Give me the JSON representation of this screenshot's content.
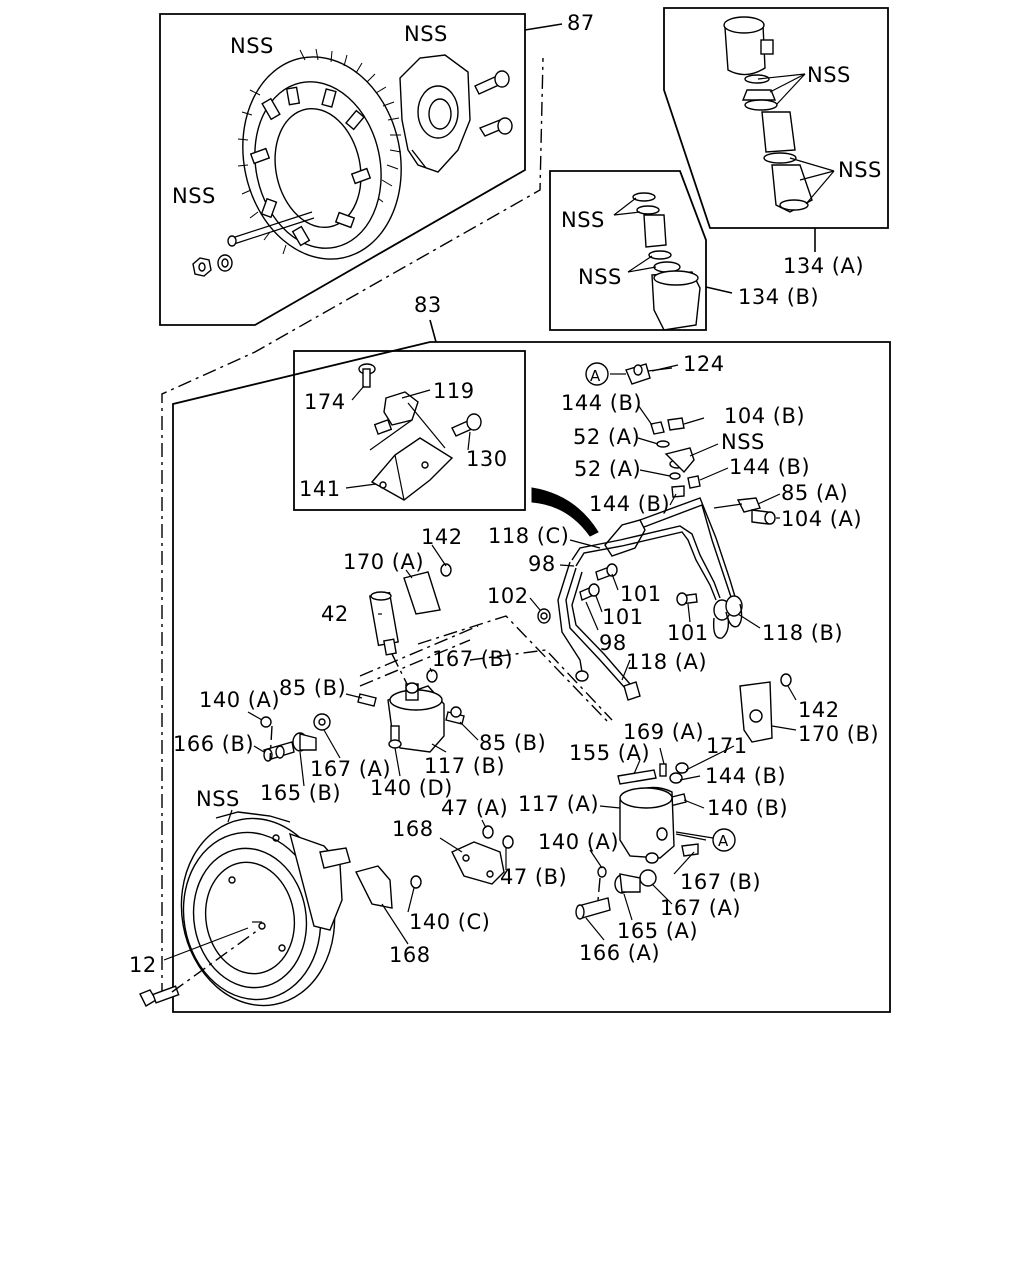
{
  "labels": {
    "l87": "87",
    "l83": "83",
    "nss_fan": "NSS",
    "nss_bracket": "NSS",
    "nss_bolt": "NSS",
    "nss_a1": "NSS",
    "nss_a2": "NSS",
    "nss_b1": "NSS",
    "nss_b2": "NSS",
    "l134a": "134 (A)",
    "l134b": "134 (B)",
    "l174": "174",
    "l119": "119",
    "l130": "130",
    "l141": "141",
    "circle_a_top": "A",
    "l124": "124",
    "l144b_1": "144 (B)",
    "l104b": "104 (B)",
    "l52a_1": "52 (A)",
    "nss_valve": "NSS",
    "l52a_2": "52 (A)",
    "l144b_2": "144 (B)",
    "l144b_3": "144 (B)",
    "l85a": "85 (A)",
    "l104a": "104 (A)",
    "l118c": "118 (C)",
    "l142_1": "142",
    "l170a": "170 (A)",
    "l98_1": "98",
    "l101_1": "101",
    "l102": "102",
    "l101_2": "101",
    "l101_3": "101",
    "l118b": "118 (B)",
    "l98_2": "98",
    "l42": "42",
    "l167b_1": "167 (B)",
    "l118a": "118 (A)",
    "l140a_1": "140 (A)",
    "l85b_1": "85 (B)",
    "l142_2": "142",
    "l170b": "170 (B)",
    "l166b": "166 (B)",
    "l85b_2": "85 (B)",
    "l169a": "169 (A)",
    "l155a": "155 (A)",
    "l171": "171",
    "l167a_1": "167 (A)",
    "l117b": "117 (B)",
    "l144b_4": "144 (B)",
    "l140d": "140 (D)",
    "l165b": "165 (B)",
    "l117a": "117 (A)",
    "l140b": "140 (B)",
    "nss_housing": "NSS",
    "l47a": "47 (A)",
    "l168_1": "168",
    "circle_a_bottom": "A",
    "l140a_2": "140 (A)",
    "l47b": "47 (B)",
    "l167b_2": "167 (B)",
    "l167a_2": "167 (A)",
    "l140c": "140 (C)",
    "l165a": "165 (A)",
    "l168_2": "168",
    "l166a": "166 (A)",
    "l12": "12"
  }
}
